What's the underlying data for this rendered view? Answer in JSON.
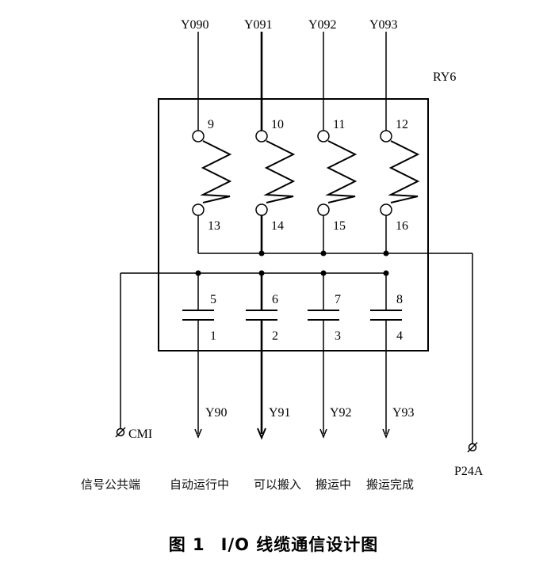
{
  "inputs": [
    "Y090",
    "Y091",
    "Y092",
    "Y093"
  ],
  "module_label": "RY6",
  "top_pins": [
    "9",
    "10",
    "11",
    "12"
  ],
  "mid_pins": [
    "13",
    "14",
    "15",
    "16"
  ],
  "cap_top_pins": [
    "5",
    "6",
    "7",
    "8"
  ],
  "cap_bottom_pins": [
    "1",
    "2",
    "3",
    "4"
  ],
  "outputs": [
    "Y90",
    "Y91",
    "Y92",
    "Y93"
  ],
  "common_label": "CMI",
  "power_label": "P24A",
  "descriptions": [
    "信号公共端",
    "自动运行中",
    "可以搬入",
    "搬运中",
    "搬运完成"
  ],
  "caption": {
    "figure_no": "图 1",
    "title": "I/O 线缆通信设计图"
  }
}
